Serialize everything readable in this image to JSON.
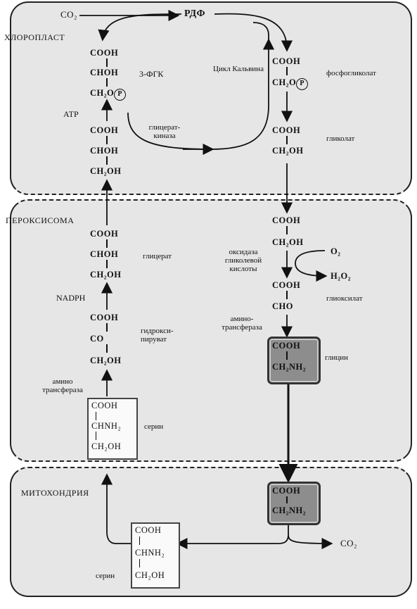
{
  "compartments": {
    "chloroplast": "ХЛОРОПЛАСТ",
    "peroxisome": "ПЕРОКСИСОМА",
    "mitochondrion": "МИТОХОНДРИЯ"
  },
  "co2_in": "CO₂",
  "rdp": "РДФ",
  "calvin_cycle": "Цикл Кальвина",
  "chloro_left": {
    "pga_cooh": "COOH",
    "pga_choh": "CHOH",
    "pga_ch2o": "CH₂O",
    "p_mark": "P",
    "pga_name": "3-ФГК",
    "atp": "АТР",
    "bpg_cooh": "COOH",
    "bpg_choh": "CHOH",
    "bpg_ch2oh": "CH₂OH",
    "kinase": "глицерат-киназа"
  },
  "chloro_right": {
    "pg_cooh": "COOH",
    "pg_ch2o": "CH₂O",
    "p_mark": "P",
    "pg_name": "фосфогликолат",
    "gl_cooh": "COOH",
    "gl_ch2oh": "CH₂OH",
    "gl_name": "гликолат"
  },
  "perox_left": {
    "glycerate_cooh": "COOH",
    "glycerate_choh": "CHOH",
    "glycerate_ch2oh": "CH₂OH",
    "glycerate_name": "глицерат",
    "nadph": "NADPH",
    "hp_cooh": "COOH",
    "hp_co": "CO",
    "hp_ch2oh": "CH₂OH",
    "hp_name": "гидрокси-пируват",
    "aminotransferase": "амино трансфераза",
    "serine_cooh": "COOH",
    "serine_chnh2": "CHNH₂",
    "serine_ch2oh": "CH₂OH",
    "serine_name": "серин"
  },
  "perox_right": {
    "gc_cooh": "COOH",
    "gc_ch2oh": "CH₂OH",
    "oxidase": "оксидаза гликолевой кислоты",
    "o2": "O₂",
    "h2o2": "H₂O₂",
    "gx_cooh": "COOH",
    "gx_cho": "CHO",
    "gx_name": "глиоксилат",
    "aminotransferase": "амино-трансфераза",
    "gly_cooh": "COOH",
    "gly_ch2nh2": "CH₂NH₂",
    "gly_name": "глицин"
  },
  "mito": {
    "gly_cooh": "COOH",
    "gly_ch2nh2": "CH₂NH₂",
    "co2_out": "CO₂",
    "serine_cooh": "COOH",
    "serine_chnh2": "CHNH₂",
    "serine_ch2oh": "CH₂OH",
    "serine_name": "серин"
  }
}
